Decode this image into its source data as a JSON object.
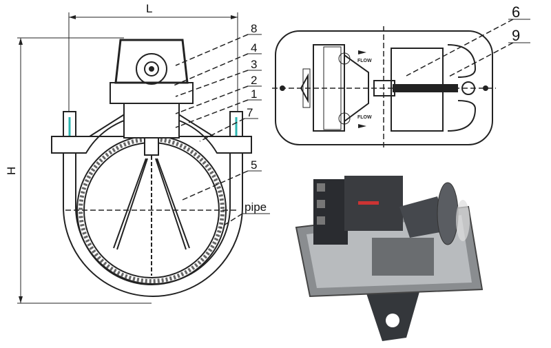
{
  "dimensions": {
    "length_label": "L",
    "height_label": "H"
  },
  "callouts_left": [
    "8",
    "4",
    "3",
    "2",
    "1",
    "7",
    "5"
  ],
  "pipe_label": "pipe",
  "callouts_top_view": [
    "6",
    "9"
  ],
  "flow_labels": [
    "FLOW",
    "FLOW"
  ],
  "colors": {
    "line": "#222222",
    "bolt_accent": "#2bb5b0",
    "photo_metal": "#8a8d90",
    "photo_dark": "#2a2c30"
  }
}
